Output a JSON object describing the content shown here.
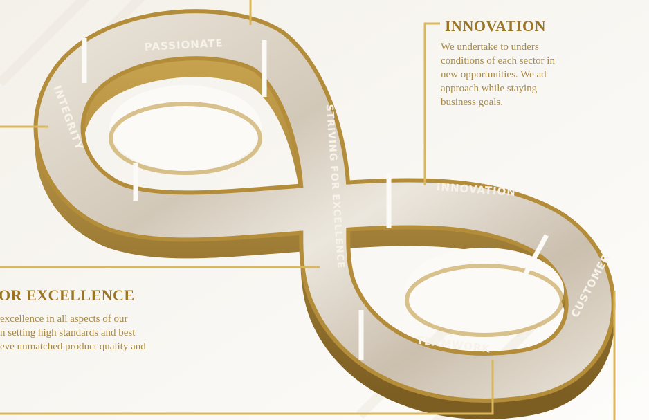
{
  "segments": {
    "passionate": "PASSIONATE",
    "integrity": "INTEGRITY",
    "striving": "STRIVING FOR EXCELLENCE",
    "innovation": "INNOVATION",
    "customer": "CUSTOMER",
    "teamwork": "TEAMWORK"
  },
  "innovation_block": {
    "heading": "INNOVATION",
    "lines": [
      "We undertake to unders",
      "conditions of each sector in",
      "new opportunities. We ad",
      "approach while staying",
      "business goals."
    ]
  },
  "excellence_block": {
    "heading": "OR EXCELLENCE",
    "lines": [
      "excellence in all aspects of our",
      "n setting high standards and best",
      "eve unmatched product quality and"
    ]
  },
  "colors": {
    "gold": "#b8913d",
    "gold_dark": "#8a6a28",
    "marble": "#ddd6cb",
    "text": "#a88a45"
  }
}
